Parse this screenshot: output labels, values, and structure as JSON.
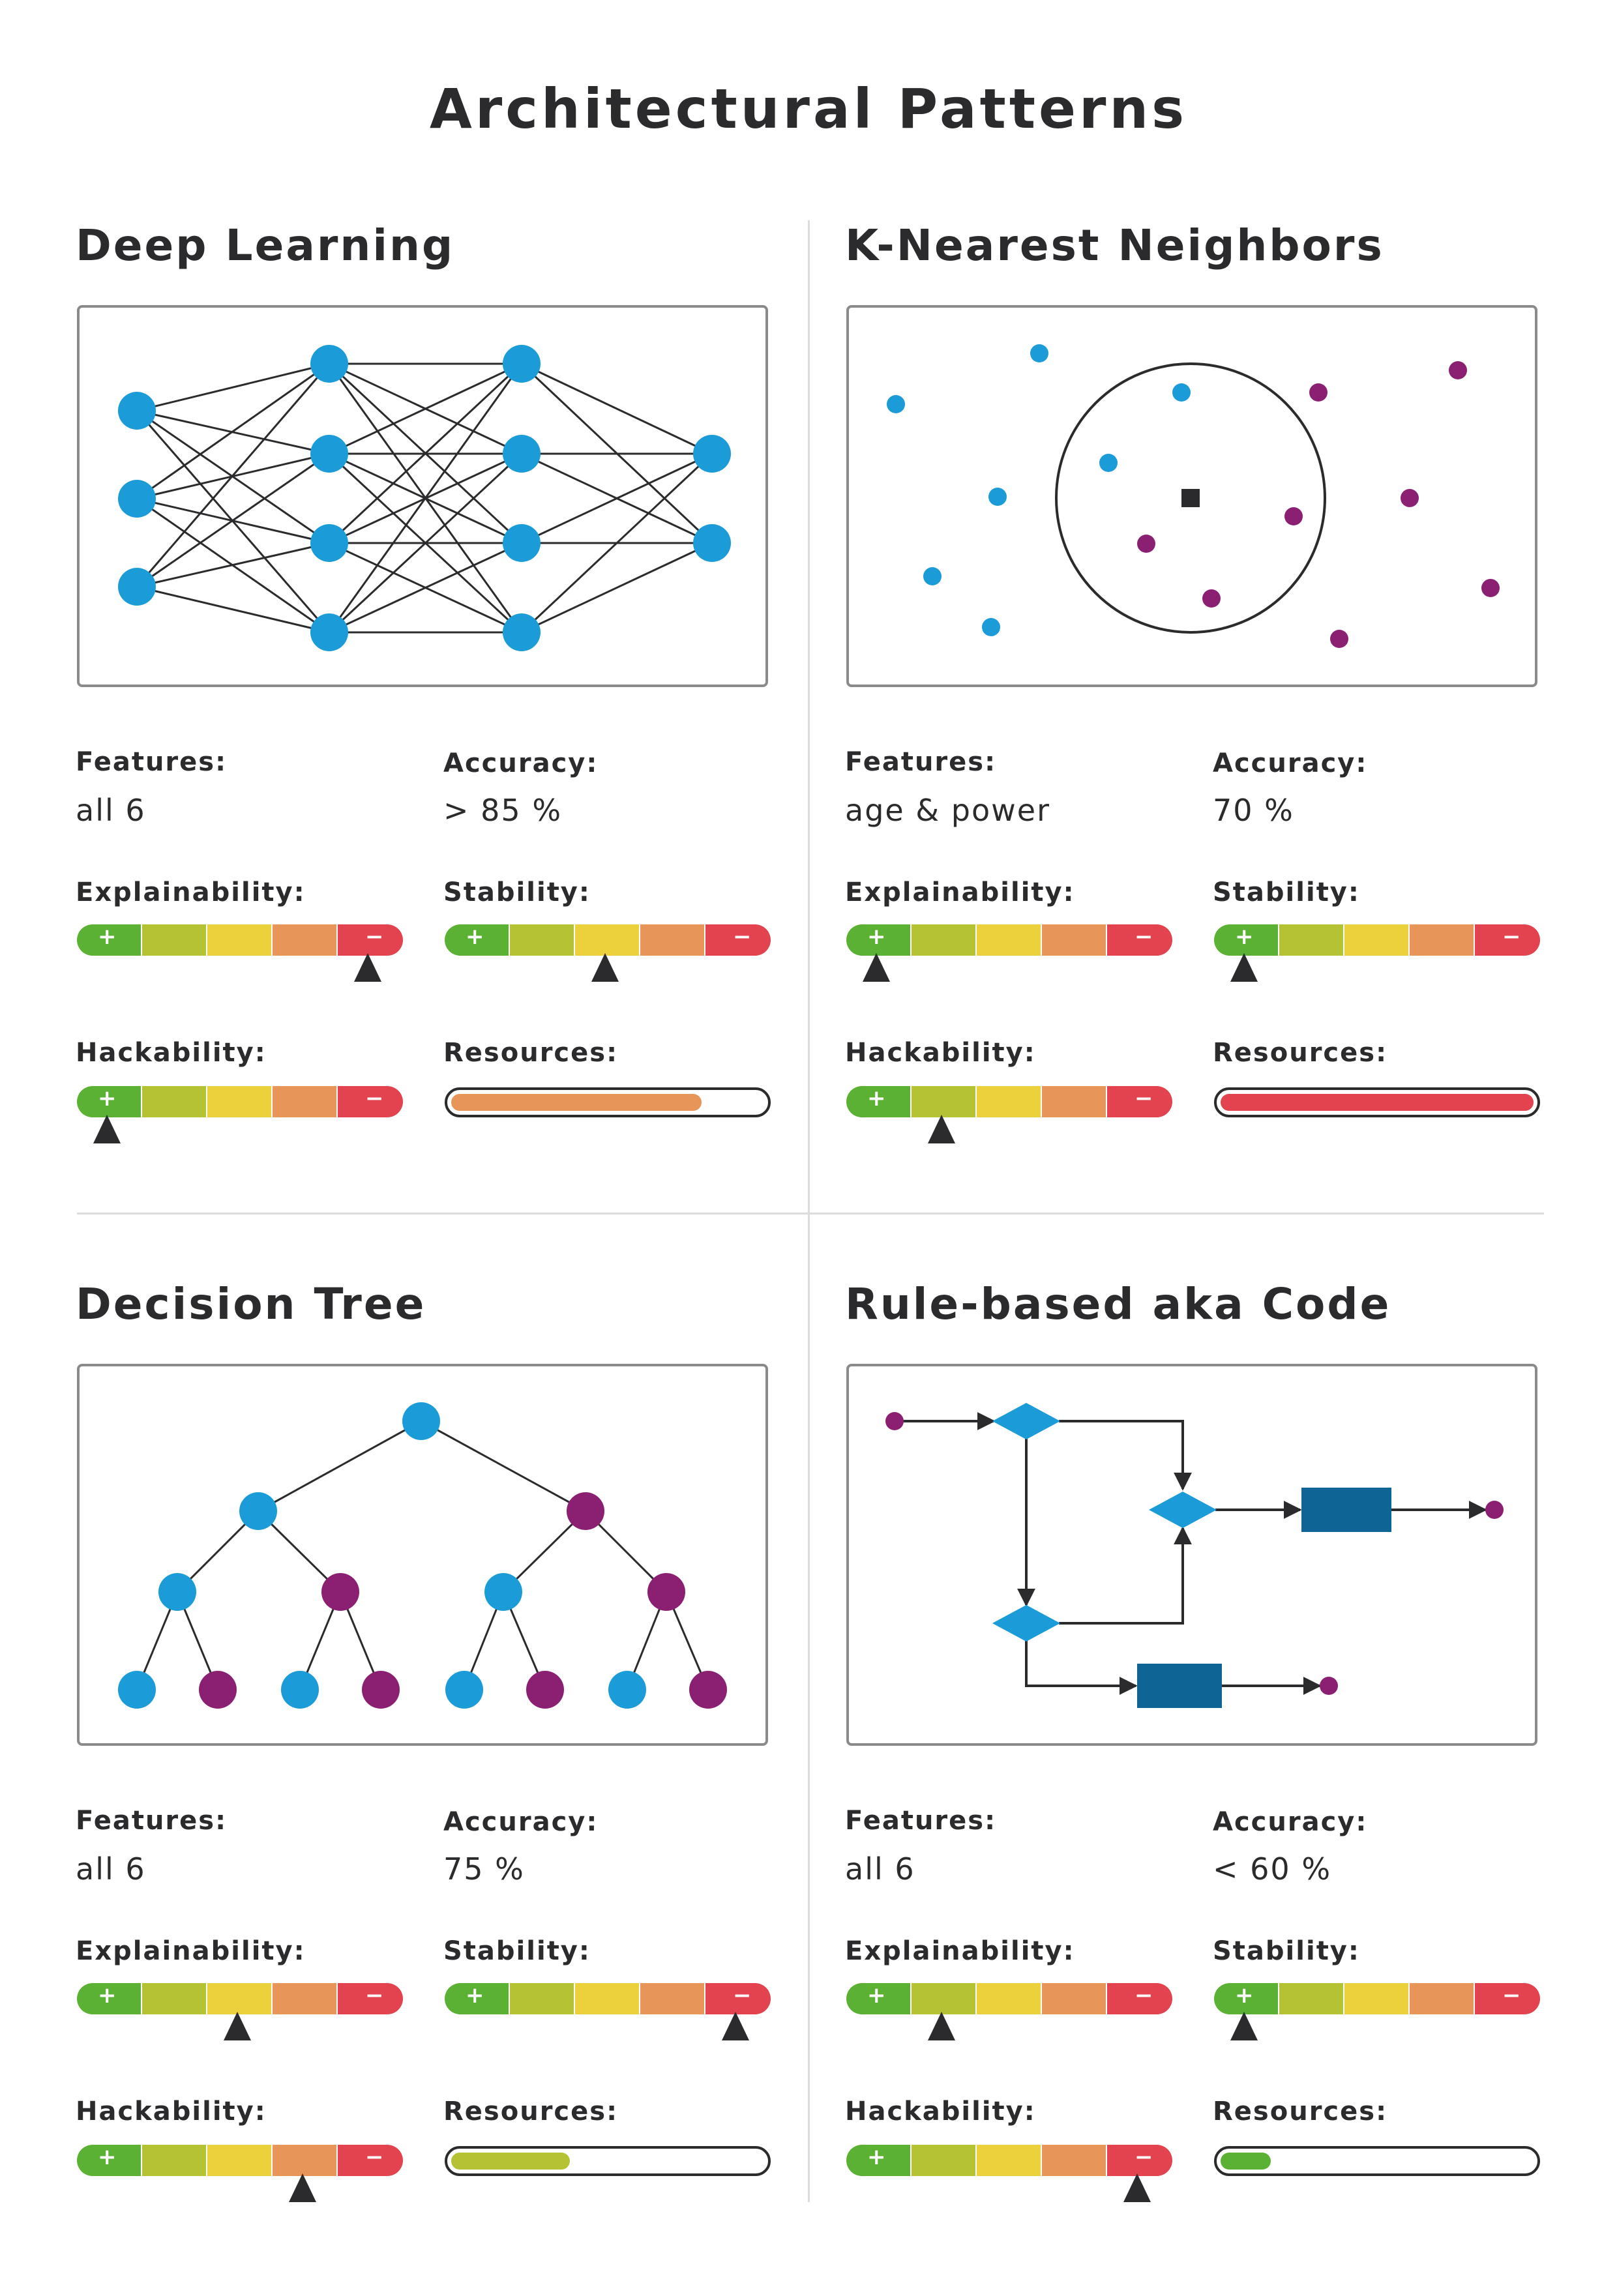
{
  "page_title": "Architectural Patterns",
  "colors": {
    "blue_node": "#1b9cd8",
    "purple_node": "#8b1f72",
    "box_blue": "#0e6494",
    "scale": [
      "#5bb134",
      "#b5c233",
      "#ecd03c",
      "#e8955a",
      "#e2434f"
    ],
    "line": "#2b2b2e"
  },
  "labels": {
    "features": "Features:",
    "accuracy": "Accuracy:",
    "explainability": "Explainability:",
    "stability": "Stability:",
    "hackability": "Hackability:",
    "resources": "Resources:",
    "plus": "+",
    "minus": "−"
  },
  "scale_note": "rating levels: 1 = best (+) ... 5 = worst (−); resources as fraction filled",
  "patterns": [
    {
      "title": "Deep Learning",
      "illustration": "neural-network",
      "features": "all 6",
      "accuracy": "> 85 %",
      "explainability": 5,
      "stability": 3,
      "hackability": 1,
      "resources": 0.8,
      "resources_color": "#e8955a"
    },
    {
      "title": "K-Nearest Neighbors",
      "illustration": "knn-scatter",
      "features": "age & power",
      "accuracy": "70 %",
      "explainability": 1,
      "stability": 1,
      "hackability": 2,
      "resources": 1.0,
      "resources_color": "#e2434f"
    },
    {
      "title": "Decision Tree",
      "illustration": "binary-tree",
      "features": "all 6",
      "accuracy": "75 %",
      "explainability": 3,
      "stability": 5,
      "hackability": 4,
      "resources": 0.38,
      "resources_color": "#b5c233"
    },
    {
      "title": "Rule-based aka Code",
      "illustration": "flowchart",
      "features": "all 6",
      "accuracy": "< 60 %",
      "explainability": 2,
      "stability": 1,
      "hackability": 5,
      "resources": 0.16,
      "resources_color": "#5bb134"
    }
  ]
}
